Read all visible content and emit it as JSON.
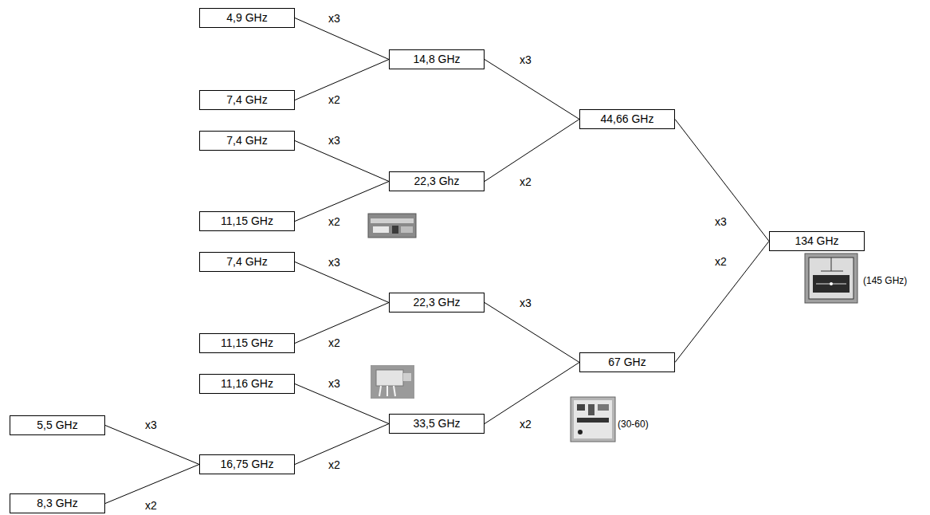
{
  "diagram": {
    "nodes": [
      {
        "text": [
          "4,9 GHz"
        ]
      },
      {
        "text": [
          "14,8 GHz"
        ]
      },
      {
        "text": [
          "7,4 GHz"
        ]
      },
      {
        "text": [
          "44,66 GHz"
        ]
      },
      {
        "text": [
          "7,4 GHz"
        ]
      },
      {
        "text": [
          "22,3 Ghz"
        ]
      },
      {
        "text": [
          "11,15 GHz"
        ]
      },
      {
        "text": [
          "134 GHz"
        ]
      },
      {
        "text": [
          "7,4 GHz"
        ]
      },
      {
        "text": [
          "22,3 GHz"
        ]
      },
      {
        "text": [
          "11,15 GHz"
        ]
      },
      {
        "text": [
          "67 GHz"
        ]
      },
      {
        "text": [
          "11,16 GHz"
        ]
      },
      {
        "text": [
          "33,5 GHz"
        ]
      },
      {
        "text": [
          "5,5 GHz"
        ]
      },
      {
        "text": [
          "16,75 GHz"
        ]
      },
      {
        "text": [
          "8,3 GHz"
        ]
      }
    ],
    "edges": [
      {
        "from": 0,
        "to": 1,
        "arrow": "none"
      },
      {
        "from": 2,
        "to": 1,
        "arrow": "none"
      },
      {
        "from": 4,
        "to": 5,
        "arrow": "none"
      },
      {
        "from": 6,
        "to": 5,
        "arrow": "none"
      },
      {
        "from": 1,
        "to": 3,
        "arrow": "none"
      },
      {
        "from": 5,
        "to": 3,
        "arrow": "none"
      },
      {
        "from": 8,
        "to": 9,
        "arrow": "none"
      },
      {
        "from": 10,
        "to": 9,
        "arrow": "none"
      },
      {
        "from": 12,
        "to": 13,
        "arrow": "none"
      },
      {
        "from": 14,
        "to": 15,
        "arrow": "none"
      },
      {
        "from": 16,
        "to": 15,
        "arrow": "none"
      },
      {
        "from": 15,
        "to": 13,
        "arrow": "none"
      },
      {
        "from": 9,
        "to": 11,
        "arrow": "none"
      },
      {
        "from": 13,
        "to": 11,
        "arrow": "none"
      },
      {
        "from": 3,
        "to": 7,
        "arrow": "none"
      },
      {
        "from": 11,
        "to": 7,
        "arrow": "none"
      }
    ],
    "labels": [
      "x3",
      "x3",
      "x2",
      "x3",
      "x2",
      "x2",
      "x3",
      "x2",
      "x3",
      "(145 GHz)",
      "x3",
      "x2",
      "x3",
      "x3",
      "x2",
      "(30-60)",
      "x2",
      "x2"
    ]
  }
}
